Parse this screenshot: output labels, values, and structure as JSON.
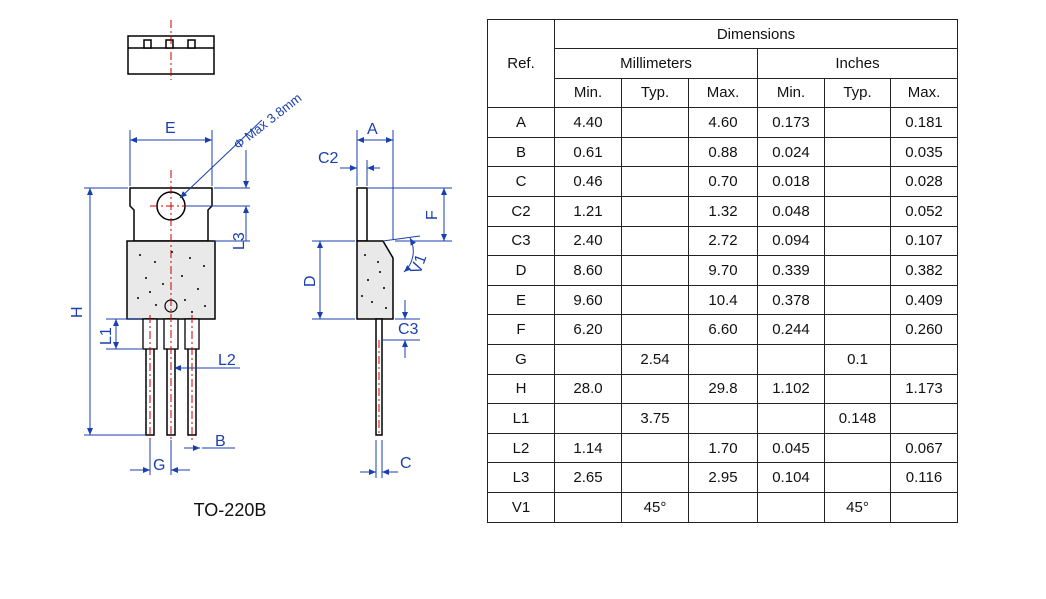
{
  "drawing": {
    "package_name": "TO-220B",
    "labels": {
      "E": "E",
      "H": "H",
      "L1": "L1",
      "L2": "L2",
      "L3": "L3",
      "B": "B",
      "G": "G",
      "A": "A",
      "C2": "C2",
      "F": "F",
      "D": "D",
      "C3": "C3",
      "C": "C",
      "V1": "V1",
      "hole": "Φ Max 3.8mm"
    }
  },
  "table": {
    "title": "Dimensions",
    "ref_header": "Ref.",
    "group_headers": [
      "Millimeters",
      "Inches"
    ],
    "sub_headers": [
      "Min.",
      "Typ.",
      "Max.",
      "Min.",
      "Typ.",
      "Max."
    ],
    "rows": [
      [
        "A",
        "4.40",
        "",
        "4.60",
        "0.173",
        "",
        "0.181"
      ],
      [
        "B",
        "0.61",
        "",
        "0.88",
        "0.024",
        "",
        "0.035"
      ],
      [
        "C",
        "0.46",
        "",
        "0.70",
        "0.018",
        "",
        "0.028"
      ],
      [
        "C2",
        "1.21",
        "",
        "1.32",
        "0.048",
        "",
        "0.052"
      ],
      [
        "C3",
        "2.40",
        "",
        "2.72",
        "0.094",
        "",
        "0.107"
      ],
      [
        "D",
        "8.60",
        "",
        "9.70",
        "0.339",
        "",
        "0.382"
      ],
      [
        "E",
        "9.60",
        "",
        "10.4",
        "0.378",
        "",
        "0.409"
      ],
      [
        "F",
        "6.20",
        "",
        "6.60",
        "0.244",
        "",
        "0.260"
      ],
      [
        "G",
        "",
        "2.54",
        "",
        "",
        "0.1",
        ""
      ],
      [
        "H",
        "28.0",
        "",
        "29.8",
        "1.102",
        "",
        "1.173"
      ],
      [
        "L1",
        "",
        "3.75",
        "",
        "",
        "0.148",
        ""
      ],
      [
        "L2",
        "1.14",
        "",
        "1.70",
        "0.045",
        "",
        "0.067"
      ],
      [
        "L3",
        "2.65",
        "",
        "2.95",
        "0.104",
        "",
        "0.116"
      ],
      [
        "V1",
        "",
        "45°",
        "",
        "",
        "45°",
        ""
      ]
    ]
  }
}
